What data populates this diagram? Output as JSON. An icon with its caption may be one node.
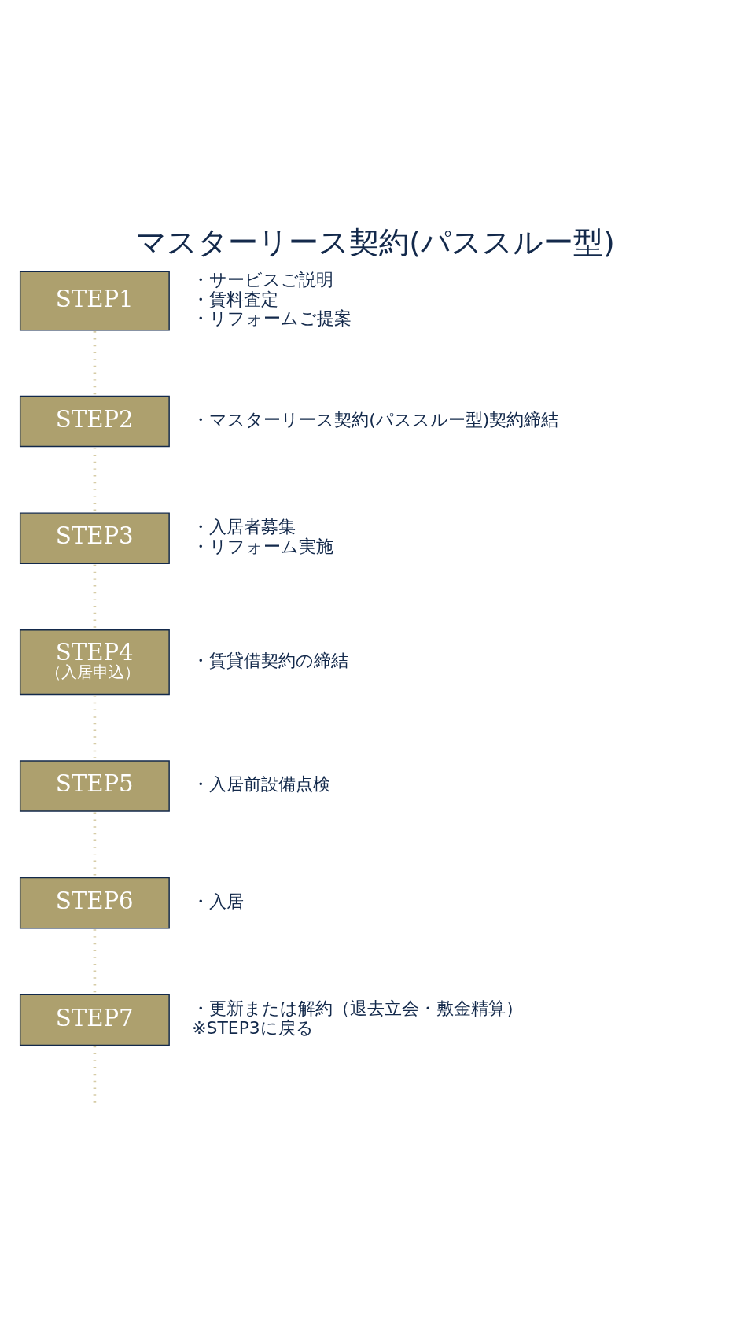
{
  "diagram": {
    "title": "マスターリース契約(パススルー型)",
    "nodes": [
      {
        "text": [
          "STEP1"
        ],
        "beside": [
          "・サービスご説明",
          "・賃料査定",
          "・リフォームご提案"
        ]
      },
      {
        "text": [
          "STEP2"
        ],
        "beside": [
          "・マスターリース契約(パススルー型)契約締結"
        ]
      },
      {
        "text": [
          "STEP3"
        ],
        "beside": [
          "・入居者募集",
          "・リフォーム実施"
        ]
      },
      {
        "text": [
          "STEP4",
          "（入居申込）"
        ],
        "beside": [
          "・賃貸借契約の締結"
        ]
      },
      {
        "text": [
          "STEP5"
        ],
        "beside": [
          "・入居前設備点検"
        ]
      },
      {
        "text": [
          "STEP6"
        ],
        "beside": [
          "・入居"
        ]
      },
      {
        "text": [
          "STEP7"
        ],
        "beside": [
          "・更新または解約（退去立会・敷金精算）",
          "※STEP3に戻る"
        ]
      }
    ],
    "edges": [
      {
        "from": 0,
        "to": 1,
        "arrow": "none",
        "style": "dashed"
      },
      {
        "from": 1,
        "to": 2,
        "arrow": "none",
        "style": "dashed"
      },
      {
        "from": 2,
        "to": 3,
        "arrow": "none",
        "style": "dashed"
      },
      {
        "from": 3,
        "to": 4,
        "arrow": "none",
        "style": "dashed"
      },
      {
        "from": 4,
        "to": 5,
        "arrow": "none",
        "style": "dashed"
      },
      {
        "from": 5,
        "to": 6,
        "arrow": "none",
        "style": "dashed"
      },
      {
        "from": 6,
        "to": null,
        "arrow": "none",
        "style": "dashed"
      }
    ]
  }
}
